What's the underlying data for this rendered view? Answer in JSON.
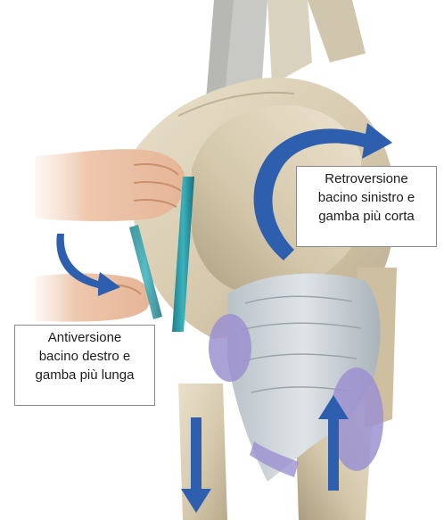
{
  "image": {
    "subject": "anatomical knee-pelvis illustration",
    "accent_colors": {
      "arrow_blue": "#2d5fae",
      "band_teal": "#2f9aa6",
      "bone": "#d8cdb4",
      "cartilage_purple": "#9b90d0"
    }
  },
  "labels": {
    "retroversion": {
      "line1": "Retroversione",
      "line2": "bacino sinistro e",
      "line3": "gamba più corta"
    },
    "anteversion": {
      "line1": "Antiversione",
      "line2": "bacino destro e",
      "line3": "gamba più lunga"
    }
  },
  "icons": [
    "curved-arrow-icon",
    "arrow-down-icon",
    "arrow-up-icon",
    "hand-icon"
  ]
}
